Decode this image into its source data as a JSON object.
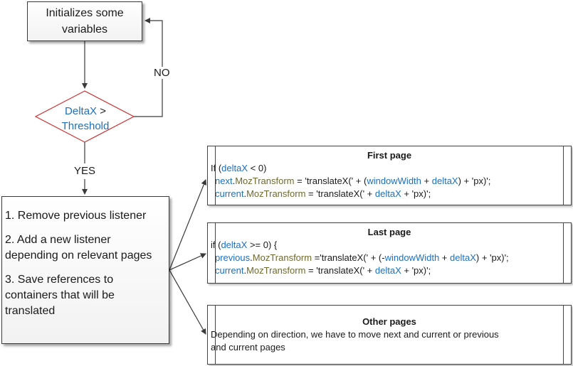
{
  "start_box": {
    "line1": "Initializes some",
    "line2": "variables"
  },
  "decision": {
    "left": "DeltaX",
    "op": ">",
    "right": "Threshold"
  },
  "labels": {
    "no": "NO",
    "yes": "YES"
  },
  "steps": {
    "step1": "1. Remove previous listener",
    "step2a": "2. Add a new listener",
    "step2b": "depending on relevant pages",
    "step3a": "3. Save references to",
    "step3b": "containers that will be",
    "step3c": "translated"
  },
  "first_page": {
    "title": "First page",
    "l1": {
      "a": "If (",
      "b": "deltaX",
      "c": " < 0)"
    },
    "l2": {
      "a": "next",
      "b": ".",
      "c": "MozTransform",
      "d": " = 'translateX(' + (",
      "e": "windowWidth",
      "f": " + ",
      "g": "deltaX",
      "h": ") + 'px)';"
    },
    "l3": {
      "a": "current",
      "b": ".",
      "c": "MozTransform",
      "d": " = 'translateX(' + ",
      "e": "deltaX",
      "f": " + 'px)';"
    }
  },
  "last_page": {
    "title": "Last page",
    "l1": {
      "a": "if (",
      "b": "deltaX",
      "c": " >= 0) {"
    },
    "l2": {
      "a": "previous",
      "b": ".",
      "c": "MozTransform",
      "d": " ='translateX(' + (-",
      "e": "windowWidth",
      "f": " + ",
      "g": "deltaX",
      "h": ") + 'px)';"
    },
    "l3": {
      "a": "current",
      "b": ".",
      "c": "MozTransform",
      "d": " = 'translateX(' + ",
      "e": "deltaX",
      "f": " + 'px)';"
    }
  },
  "other_pages": {
    "title": "Other pages",
    "line1": "Depending on direction, we have to move next and current or previous",
    "line2": "and current pages"
  },
  "colors": {
    "identifier": "#1f6fbf",
    "property": "#6e6a2e",
    "diamond_border": "#d32f2f",
    "line": "#3a3a3a"
  }
}
